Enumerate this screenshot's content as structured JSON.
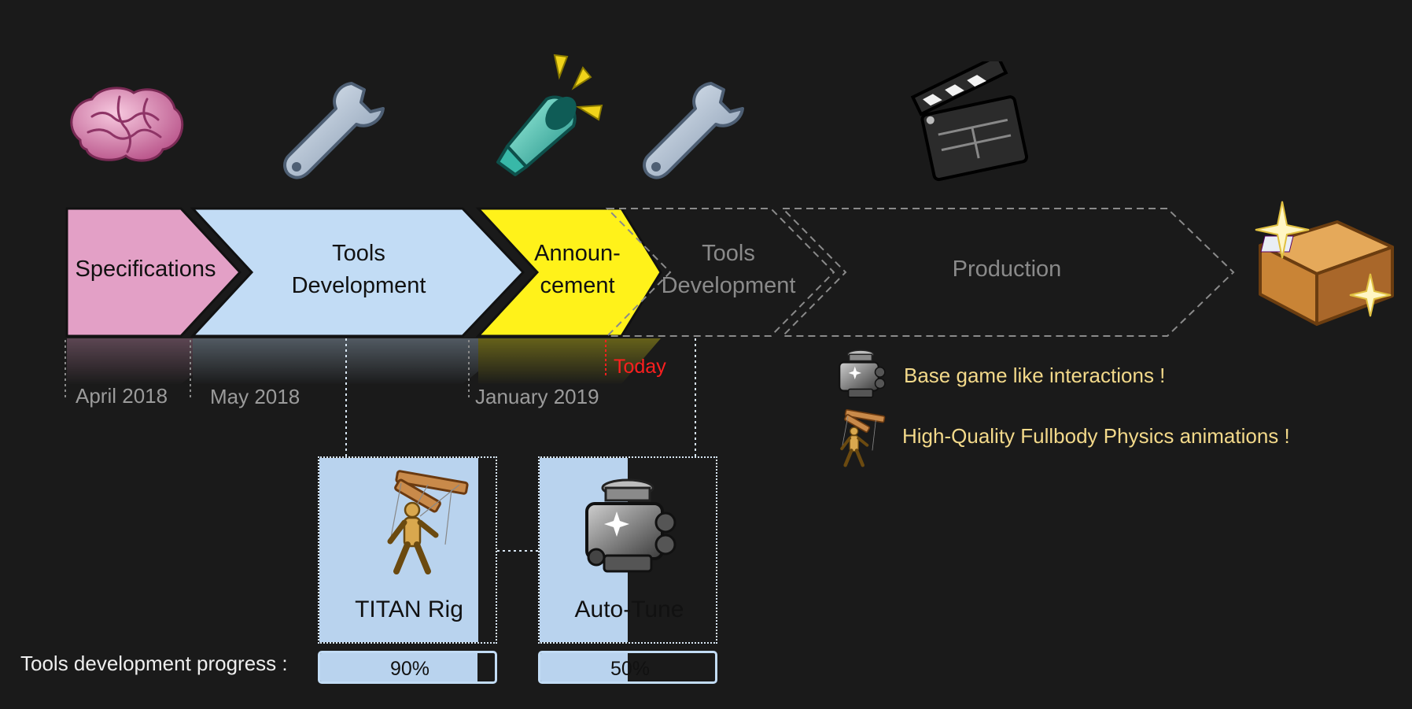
{
  "phases": [
    {
      "label_lines": [
        "Specifications"
      ],
      "color": "#e3a0c6",
      "style": "solid"
    },
    {
      "label_lines": [
        "Tools",
        "Development"
      ],
      "color": "#c2dcf5",
      "style": "solid"
    },
    {
      "label_lines": [
        "Announ-",
        "cement"
      ],
      "color": "#fff21a",
      "style": "solid"
    },
    {
      "label_lines": [
        "Tools",
        "Development"
      ],
      "color": "#8a8a8a",
      "style": "dashed"
    },
    {
      "label_lines": [
        "Production"
      ],
      "color": "#8a8a8a",
      "style": "dashed"
    }
  ],
  "dates": [
    "April 2018",
    "May 2018",
    "January 2019"
  ],
  "today_label": "Today",
  "legend": [
    {
      "icon": "engine-icon",
      "text": "Base game like interactions !"
    },
    {
      "icon": "marionette-icon",
      "text": "High-Quality Fullbody Physics animations !"
    }
  ],
  "tools": [
    {
      "name": "TITAN Rig",
      "icon": "marionette-icon",
      "progress": 0.9,
      "progress_label": "90%"
    },
    {
      "name": "Auto-Tune",
      "icon": "engine-icon",
      "progress": 0.5,
      "progress_label": "50%"
    }
  ],
  "progress_title": "Tools development progress :",
  "icons": [
    "brain-icon",
    "wrench-icon",
    "megaphone-icon",
    "wrench-icon",
    "clapperboard-icon",
    "package-icon"
  ],
  "colors": {
    "background": "#1a1a1a",
    "today": "#ff1f1f",
    "legend_text": "#f3d98a"
  }
}
